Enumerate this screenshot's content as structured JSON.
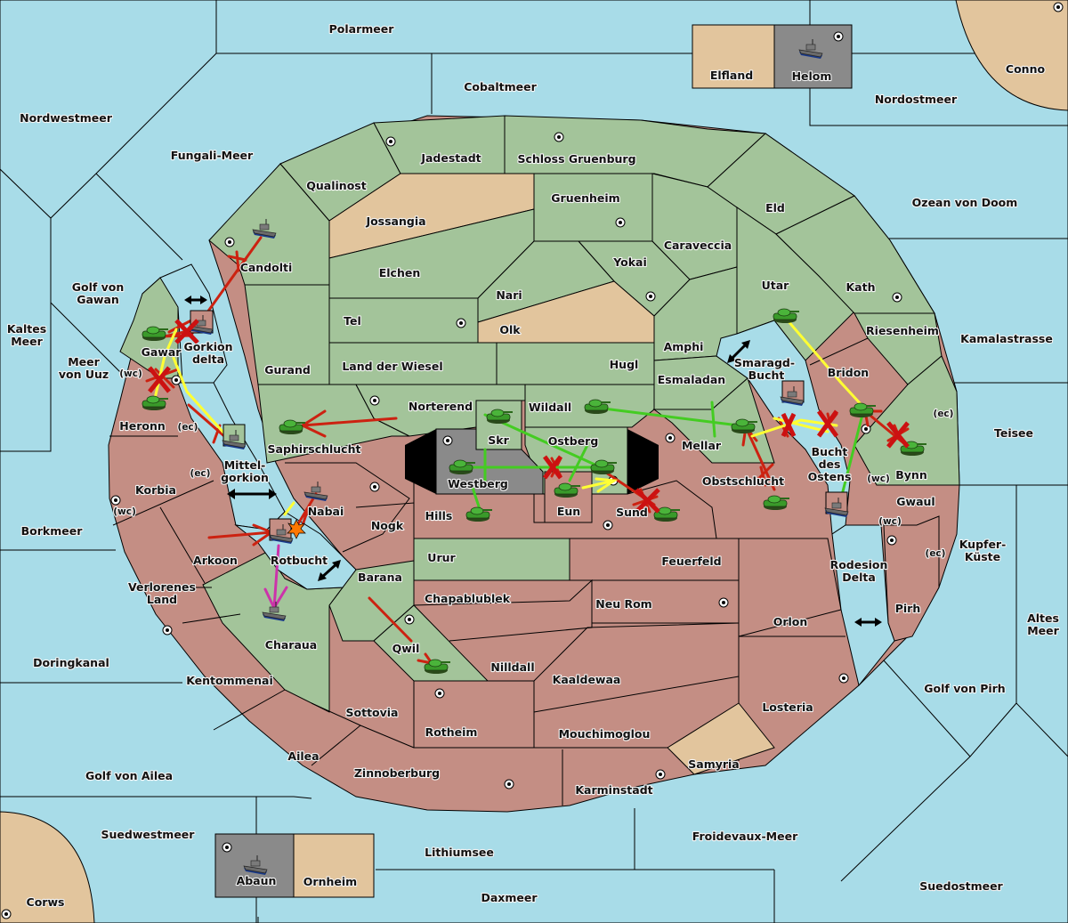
{
  "map": {
    "colors": {
      "sea": "#a8dce8",
      "player_green": "#a3c49a",
      "player_red": "#c48e84",
      "neutral": "#e2c59d",
      "impassable": "#8a8a8a",
      "order_support": "#ffff33",
      "order_move_red": "#cc2211",
      "order_move_green": "#44cc22",
      "order_convoy": "#cc33aa"
    },
    "seas": [
      {
        "id": "polarmeer",
        "label": "Polarmeer"
      },
      {
        "id": "cobaltmeer",
        "label": "Cobaltmeer"
      },
      {
        "id": "nordwestmeer",
        "label": "Nordwestmeer"
      },
      {
        "id": "fungali-meer",
        "label": "Fungali-Meer"
      },
      {
        "id": "nordostmeer",
        "label": "Nordostmeer"
      },
      {
        "id": "ozean-von-doom",
        "label": "Ozean von Doom"
      },
      {
        "id": "kamalastrasse",
        "label": "Kamalastrasse"
      },
      {
        "id": "teisee",
        "label": "Teisee"
      },
      {
        "id": "kupfer-kueste",
        "label": "Kupfer-\nKüste"
      },
      {
        "id": "altes-meer",
        "label": "Altes\nMeer"
      },
      {
        "id": "golf-von-pirh",
        "label": "Golf von Pirh"
      },
      {
        "id": "suedostmeer",
        "label": "Suedostmeer"
      },
      {
        "id": "froidevaux-meer",
        "label": "Froidevaux-Meer"
      },
      {
        "id": "daxmeer",
        "label": "Daxmeer"
      },
      {
        "id": "lithiumsee",
        "label": "Lithiumsee"
      },
      {
        "id": "suedwestmeer",
        "label": "Suedwestmeer"
      },
      {
        "id": "golf-von-ailea",
        "label": "Golf von Ailea"
      },
      {
        "id": "doringkanal",
        "label": "Doringkanal"
      },
      {
        "id": "borkmeer",
        "label": "Borkmeer"
      },
      {
        "id": "kaltes-meer",
        "label": "Kaltes\nMeer"
      },
      {
        "id": "meer-von-uuz",
        "label": "Meer\nvon Uuz"
      },
      {
        "id": "golf-von-gawan",
        "label": "Golf von\nGawan"
      },
      {
        "id": "gorkion-delta",
        "label": "Gorkion\ndelta"
      },
      {
        "id": "mittelgorkion",
        "label": "Mittel-\ngorkion"
      },
      {
        "id": "rotbucht",
        "label": "Rotbucht"
      },
      {
        "id": "smaragd-bucht",
        "label": "Smaragd-\nBucht"
      },
      {
        "id": "bucht-des-ostens",
        "label": "Bucht\ndes\nOstens"
      },
      {
        "id": "rodesion-delta",
        "label": "Rodesion\nDelta"
      }
    ],
    "green_territories": [
      "Candolti",
      "Qualinost",
      "Jadestadt",
      "Schloss Gruenburg",
      "Gruenheim",
      "Elchen",
      "Yokai",
      "Caraveccia",
      "Eld",
      "Nari",
      "Tel",
      "Gurand",
      "Land der Wiesel",
      "Hugl",
      "Amphi",
      "Utar",
      "Kath",
      "Riesenheim",
      "Esmaladan",
      "Norterend",
      "Wildall",
      "Skr",
      "Ostberg",
      "Mellar",
      "Saphirschlucht",
      "Gawar",
      "Bynn",
      "Urur",
      "Barana",
      "Qwil",
      "Charaua"
    ],
    "red_territories": [
      "Heronn",
      "Korbia",
      "Arkoon",
      "Verlorenes Land",
      "Kentommenai",
      "Ailea",
      "Zinnoberburg",
      "Sottovia",
      "Rotheim",
      "Nilldall",
      "Chapablublek",
      "Kaaldewaa",
      "Mouchimoglou",
      "Karminstadt",
      "Neu Rom",
      "Feuerfeld",
      "Orlon",
      "Losteria",
      "Nabai",
      "Nogk",
      "Hills",
      "Eun",
      "Sund",
      "Obstschlucht",
      "Bridon",
      "Gwaul",
      "Pirh"
    ],
    "neutral_territories": [
      "Jossangia",
      "Olk",
      "Samyria",
      "Elfland",
      "Ornheim",
      "Conno",
      "Corws"
    ],
    "impassable_territories": [
      "Helom",
      "Abaun",
      "Westberg"
    ],
    "labels": {
      "candolti": "Candolti",
      "qualinost": "Qualinost",
      "jadestadt": "Jadestadt",
      "schloss": "Schloss Gruenburg",
      "gruenheim": "Gruenheim",
      "jossangia": "Jossangia",
      "elchen": "Elchen",
      "yokai": "Yokai",
      "caraveccia": "Caraveccia",
      "eld": "Eld",
      "nari": "Nari",
      "olk": "Olk",
      "tel": "Tel",
      "gurand": "Gurand",
      "wiesel": "Land der Wiesel",
      "hugl": "Hugl",
      "amphi": "Amphi",
      "utar": "Utar",
      "kath": "Kath",
      "riesenheim": "Riesenheim",
      "esmaladan": "Esmaladan",
      "norterend": "Norterend",
      "wildall": "Wildall",
      "skr": "Skr",
      "ostberg": "Ostberg",
      "mellar": "Mellar",
      "saphirschlucht": "Saphirschlucht",
      "gawar": "Gawar",
      "heronn": "Heronn",
      "korbia": "Korbia",
      "arkoon": "Arkoon",
      "verlorenes": "Verlorenes\nLand",
      "kentommenai": "Kentommenai",
      "ailea": "Ailea",
      "zinnoberburg": "Zinnoberburg",
      "sottovia": "Sottovia",
      "rotheim": "Rotheim",
      "nilldall": "Nilldall",
      "chapablublek": "Chapablublek",
      "kaaldewaa": "Kaaldewaa",
      "mouchimoglou": "Mouchimoglou",
      "karminstadt": "Karminstadt",
      "samyria": "Samyria",
      "neurom": "Neu Rom",
      "feuerfeld": "Feuerfeld",
      "orlon": "Orlon",
      "losteria": "Losteria",
      "nabai": "Nabai",
      "nogk": "Nogk",
      "hills": "Hills",
      "westberg": "Westberg",
      "eun": "Eun",
      "sund": "Sund",
      "obstschlucht": "Obstschlucht",
      "bridon": "Bridon",
      "bynn": "Bynn",
      "gwaul": "Gwaul",
      "pirh": "Pirh",
      "urur": "Urur",
      "barana": "Barana",
      "qwil": "Qwil",
      "charaua": "Charaua",
      "elfland": "Elfland",
      "helom": "Helom",
      "conno": "Conno",
      "corws": "Corws",
      "abaun": "Abaun",
      "ornheim": "Ornheim"
    },
    "coast_markers": {
      "wc": "(wc)",
      "ec": "(ec)"
    }
  }
}
